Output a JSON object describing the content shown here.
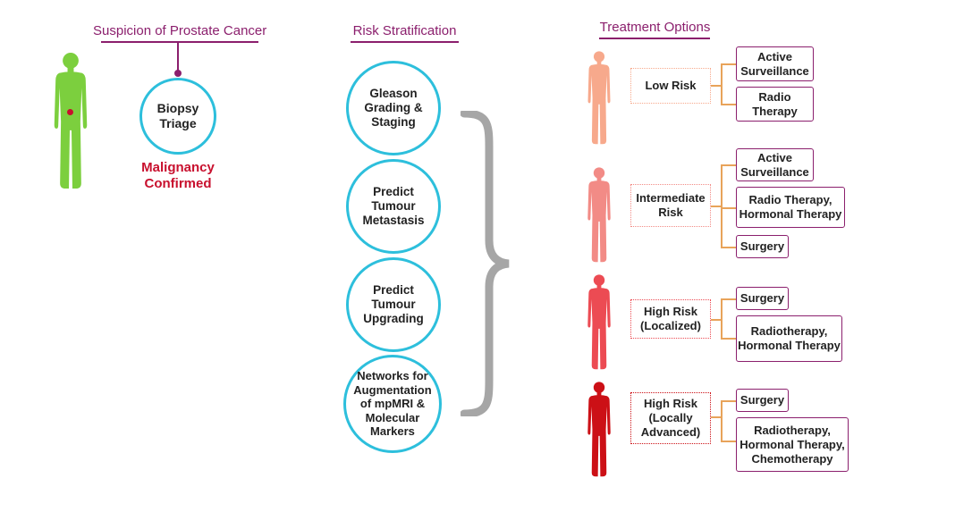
{
  "sections": {
    "suspicion": "Suspicion of Prostate Cancer",
    "risk": "Risk Stratification",
    "treatment": "Treatment Options"
  },
  "biopsy": "Biopsy\nTriage",
  "malignancy": "Malignancy\nConfirmed",
  "risk_circles": [
    "Gleason\nGrading &\nStaging",
    "Predict\nTumour\nMetastasis",
    "Predict\nTumour\nUpgrading",
    "Networks for\nAugmentation\nof mpMRI &\nMolecular\nMarkers"
  ],
  "risk_levels": [
    {
      "label": "Low Risk",
      "color": "#f7a98c",
      "options": [
        "Active\nSurveillance",
        "Radio\nTherapy"
      ]
    },
    {
      "label": "Intermediate\nRisk",
      "color": "#f28b86",
      "options": [
        "Active\nSurveillance",
        "Radio Therapy,\nHormonal Therapy",
        "Surgery"
      ]
    },
    {
      "label": "High Risk\n(Localized)",
      "color": "#ec4b53",
      "options": [
        "Surgery",
        "Radiotherapy,\nHormonal Therapy"
      ]
    },
    {
      "label": "High Risk\n(Locally\nAdvanced)",
      "color": "#cc1016",
      "options": [
        "Surgery",
        "Radiotherapy,\nHormonal Therapy,\nChemotherapy"
      ]
    }
  ],
  "colors": {
    "accent": "#8b1f6d",
    "circle_border": "#2dbfdc",
    "body_green": "#7ccf3e",
    "malignancy_red": "#c8102e",
    "connector": "#e8a35a",
    "bracket": "#a6a6a6"
  }
}
